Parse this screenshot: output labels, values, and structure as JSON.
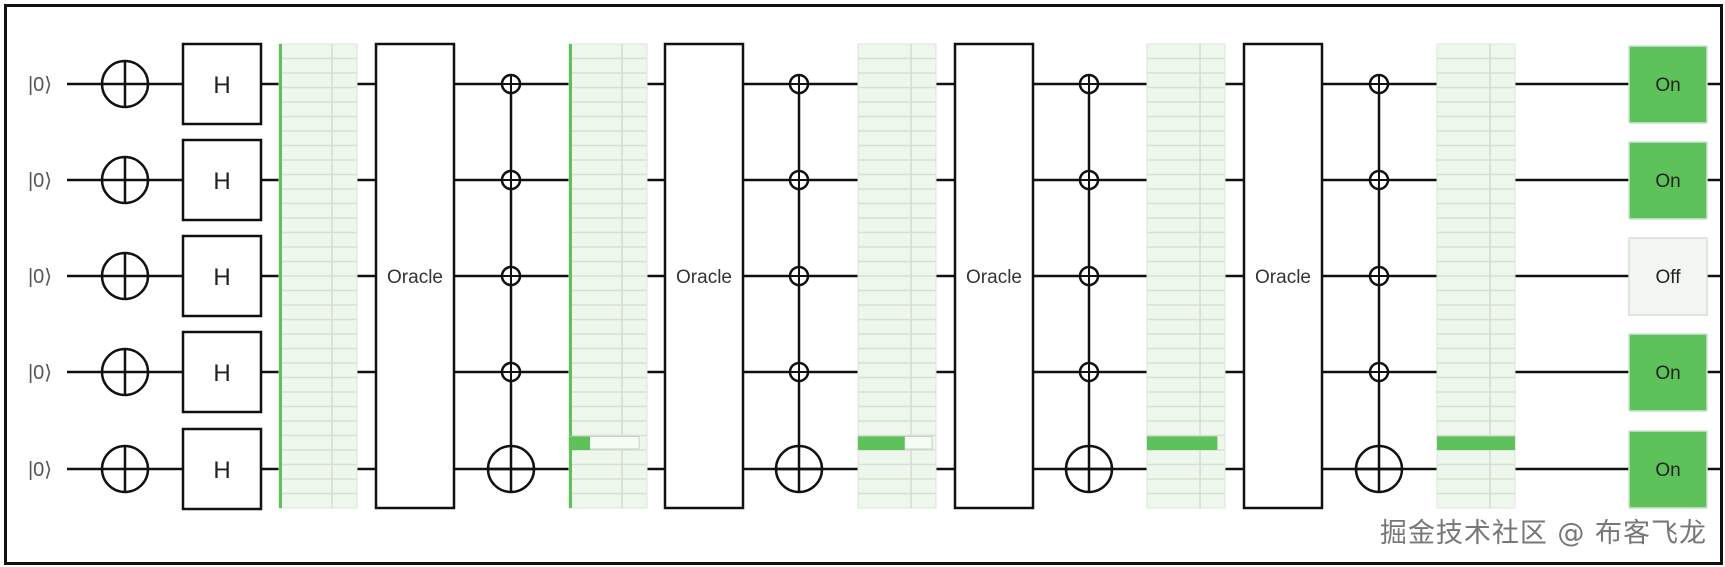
{
  "circuit": {
    "qubit_count": 5,
    "initial_states": [
      "|0⟩",
      "|0⟩",
      "|0⟩",
      "|0⟩",
      "|0⟩"
    ],
    "basis_state_count": 32,
    "marked_state_index": 27,
    "columns": [
      {
        "type": "x"
      },
      {
        "type": "h",
        "label": "H"
      },
      {
        "type": "display",
        "marked_probability": 0.03,
        "outline": 0.0
      },
      {
        "type": "oracle",
        "label": "Oracle"
      },
      {
        "type": "cnot"
      },
      {
        "type": "display",
        "marked_probability": 0.27,
        "outline": 0.9
      },
      {
        "type": "oracle",
        "label": "Oracle"
      },
      {
        "type": "cnot"
      },
      {
        "type": "display",
        "marked_probability": 0.6,
        "outline": 0.95
      },
      {
        "type": "oracle",
        "label": "Oracle"
      },
      {
        "type": "cnot"
      },
      {
        "type": "display",
        "marked_probability": 0.9,
        "outline": 0.9
      },
      {
        "type": "oracle",
        "label": "Oracle"
      },
      {
        "type": "cnot"
      },
      {
        "type": "display",
        "marked_probability": 1.0,
        "outline": 1.0
      }
    ],
    "outputs": [
      {
        "label": "On",
        "state": "on"
      },
      {
        "label": "On",
        "state": "on"
      },
      {
        "label": "Off",
        "state": "off"
      },
      {
        "label": "On",
        "state": "on"
      },
      {
        "label": "On",
        "state": "on"
      }
    ]
  },
  "colors": {
    "accent": "#5ec25a",
    "display_bg": "#eef7ec",
    "off_bg": "#f2f8f1"
  },
  "watermark": "掘金技术社区 @ 布客飞龙"
}
